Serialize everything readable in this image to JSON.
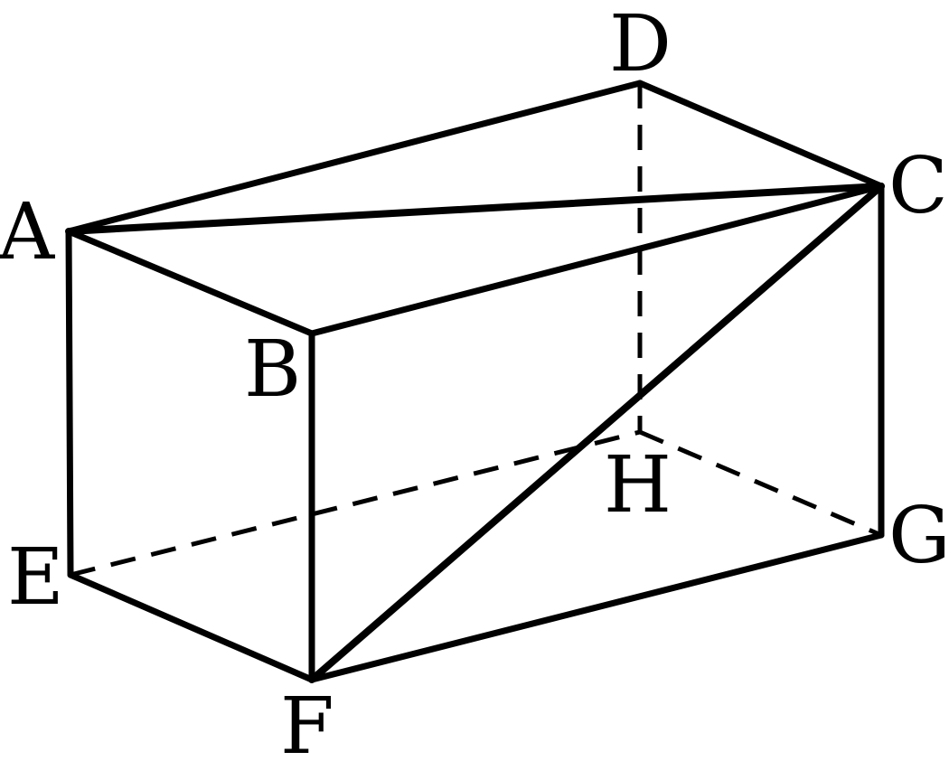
{
  "figure": {
    "vertices": [
      {
        "id": "A",
        "label": "A"
      },
      {
        "id": "B",
        "label": "B"
      },
      {
        "id": "C",
        "label": "C"
      },
      {
        "id": "D",
        "label": "D"
      },
      {
        "id": "E",
        "label": "E"
      },
      {
        "id": "F",
        "label": "F"
      },
      {
        "id": "G",
        "label": "G"
      },
      {
        "id": "H",
        "label": "H"
      }
    ],
    "edges": [
      {
        "from": "A",
        "to": "B",
        "style": "solid"
      },
      {
        "from": "B",
        "to": "C",
        "style": "solid"
      },
      {
        "from": "C",
        "to": "D",
        "style": "solid"
      },
      {
        "from": "D",
        "to": "A",
        "style": "solid"
      },
      {
        "from": "A",
        "to": "E",
        "style": "solid"
      },
      {
        "from": "B",
        "to": "F",
        "style": "solid"
      },
      {
        "from": "C",
        "to": "G",
        "style": "solid"
      },
      {
        "from": "E",
        "to": "F",
        "style": "solid"
      },
      {
        "from": "F",
        "to": "G",
        "style": "solid"
      },
      {
        "from": "D",
        "to": "H",
        "style": "dashed"
      },
      {
        "from": "E",
        "to": "H",
        "style": "dashed"
      },
      {
        "from": "H",
        "to": "G",
        "style": "dashed"
      },
      {
        "from": "A",
        "to": "C",
        "style": "bold"
      },
      {
        "from": "F",
        "to": "C",
        "style": "bold"
      }
    ],
    "line_color": "#000000",
    "background": "#ffffff"
  }
}
